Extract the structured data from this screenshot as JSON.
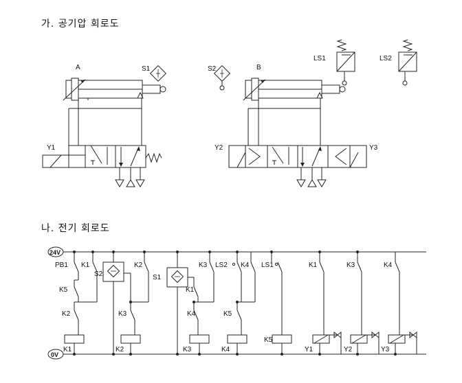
{
  "sections": {
    "pneumatic_title": "가. 공기압 회로도",
    "electric_title": "나. 전기 회로도"
  },
  "pneumatic": {
    "cyl_a": "A",
    "cyl_b": "B",
    "s1": "S1",
    "s2": "S2",
    "ls1": "LS1",
    "ls2": "LS2",
    "y1": "Y1",
    "y2": "Y2",
    "y3": "Y3"
  },
  "electric": {
    "rail_top": "24V",
    "rail_bottom": "0V",
    "pb1": "PB1",
    "k1": "K1",
    "k2": "K2",
    "k3": "K3",
    "k4": "K4",
    "k5": "K5",
    "s1": "S1",
    "s2": "S2",
    "ls1": "LS1",
    "ls2": "LS2",
    "y1": "Y1",
    "y2": "Y2",
    "y3": "Y3"
  }
}
